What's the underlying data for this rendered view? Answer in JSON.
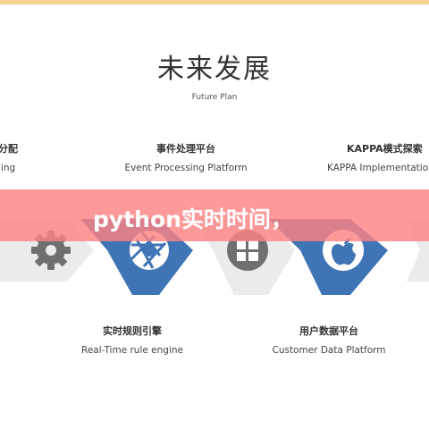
{
  "header": {
    "title": "未来发展",
    "subtitle": "Future Plan"
  },
  "top_items": [
    {
      "cn": "分配",
      "en": "ling"
    },
    {
      "cn": "事件处理平台",
      "en": "Event Processing Platform"
    },
    {
      "cn": "KAPPA模式探索",
      "en": "KAPPA Implementation"
    }
  ],
  "bottom_items": [
    {
      "cn": "实时规则引擎",
      "en": "Real-Time rule engine"
    },
    {
      "cn": "用户数据平台",
      "en": "Customer Data Platform"
    }
  ],
  "overlay": {
    "text": "python实时时间，"
  },
  "icons": [
    "gear-icon",
    "aperture-icon",
    "windows-icon",
    "apple-icon"
  ],
  "colors": {
    "accent_bar": "#f1d58e",
    "blue_chevron": "#3f74b5",
    "grey_chevron": "#ebebeb",
    "icon_grey": "#6f6f6f",
    "overlay_band": "#fc8282"
  }
}
